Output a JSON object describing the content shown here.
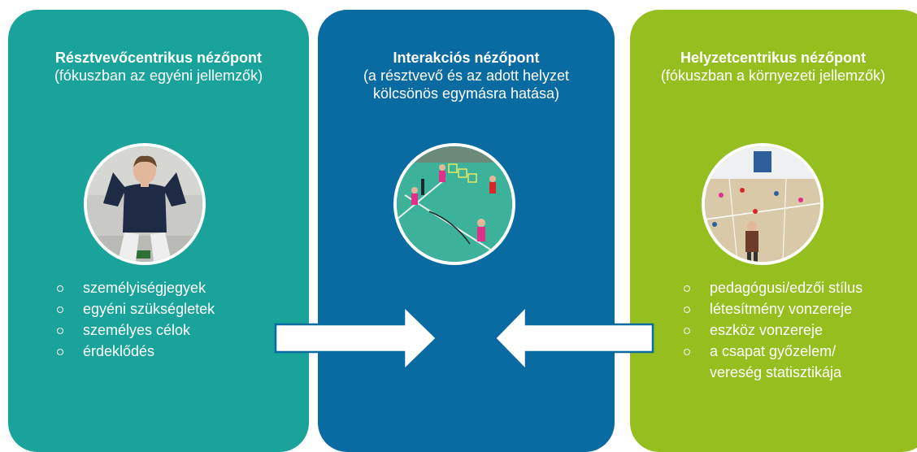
{
  "colors": {
    "participant": "#1aa39a",
    "interaction": "#0a6aa2",
    "situation": "#95bf1f",
    "arrow_fill": "#ffffff",
    "arrow_stroke": "#0a6aa2"
  },
  "panels": {
    "participant": {
      "title": "Résztvevőcentrikus nézőpont",
      "subtitle_lines": [
        "(fókuszban az egyéni jellemzők)"
      ],
      "image": "boy-exercising-photo",
      "items": [
        "személyiségjegyek",
        "egyéni szükségletek",
        "személyes célok",
        "érdeklődés"
      ]
    },
    "interaction": {
      "title": "Interakciós nézőpont",
      "subtitle_lines": [
        "(a résztvevő és az adott helyzet",
        "kölcsönös egymásra hatása)"
      ],
      "image": "children-playing-photo"
    },
    "situation": {
      "title": "Helyzetcentrikus nézőpont",
      "subtitle_lines": [
        "(fókuszban a környezeti jellemzők)"
      ],
      "image": "sports-hall-photo",
      "items": [
        {
          "lines": [
            "pedagógusi/edzői stílus"
          ]
        },
        {
          "lines": [
            "létesítmény vonzereje"
          ]
        },
        {
          "lines": [
            "eszköz vonzereje"
          ]
        },
        {
          "lines": [
            "a csapat győzelem/",
            "vereség statisztikája"
          ]
        }
      ]
    }
  }
}
